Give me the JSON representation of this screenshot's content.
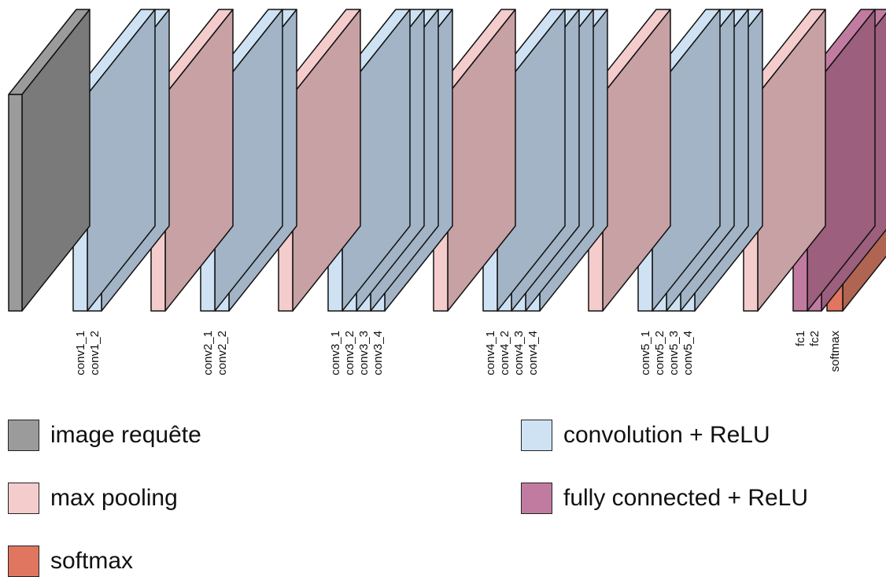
{
  "colors": {
    "input_front": "#9b9b9b",
    "input_back": "#7a7a7a",
    "conv_front": "#cfe2f3",
    "conv_back": "#a2b4c6",
    "pool_front": "#f4cccc",
    "pool_back": "#c8a1a4",
    "fc_front": "#c27ba0",
    "fc_back": "#9c5f7e",
    "softmax_front": "#e07560",
    "softmax_back": "#b06452",
    "stroke": "#111111"
  },
  "layers": [
    {
      "kind": "input",
      "label": ""
    },
    {
      "kind": "conv",
      "label": "conv1_1"
    },
    {
      "kind": "conv",
      "label": "conv1_2"
    },
    {
      "kind": "pool",
      "label": ""
    },
    {
      "kind": "conv",
      "label": "conv2_1"
    },
    {
      "kind": "conv",
      "label": "conv2_2"
    },
    {
      "kind": "pool",
      "label": ""
    },
    {
      "kind": "conv",
      "label": "conv3_1"
    },
    {
      "kind": "conv",
      "label": "conv3_2"
    },
    {
      "kind": "conv",
      "label": "conv3_3"
    },
    {
      "kind": "conv",
      "label": "conv3_4"
    },
    {
      "kind": "pool",
      "label": ""
    },
    {
      "kind": "conv",
      "label": "conv4_1"
    },
    {
      "kind": "conv",
      "label": "conv4_2"
    },
    {
      "kind": "conv",
      "label": "conv4_3"
    },
    {
      "kind": "conv",
      "label": "conv4_4"
    },
    {
      "kind": "pool",
      "label": ""
    },
    {
      "kind": "conv",
      "label": "conv5_1"
    },
    {
      "kind": "conv",
      "label": "conv5_2"
    },
    {
      "kind": "conv",
      "label": "conv5_3"
    },
    {
      "kind": "conv",
      "label": "conv5_4"
    },
    {
      "kind": "pool",
      "label": ""
    },
    {
      "kind": "fc",
      "label": "fc1"
    },
    {
      "kind": "fc",
      "label": "fc2"
    },
    {
      "kind": "softmax",
      "label": "softmax"
    }
  ],
  "legend": {
    "input": "image requête",
    "conv": "convolution + ReLU",
    "pool": "max pooling",
    "fc": "fully connected + ReLU",
    "softmax": "softmax"
  }
}
